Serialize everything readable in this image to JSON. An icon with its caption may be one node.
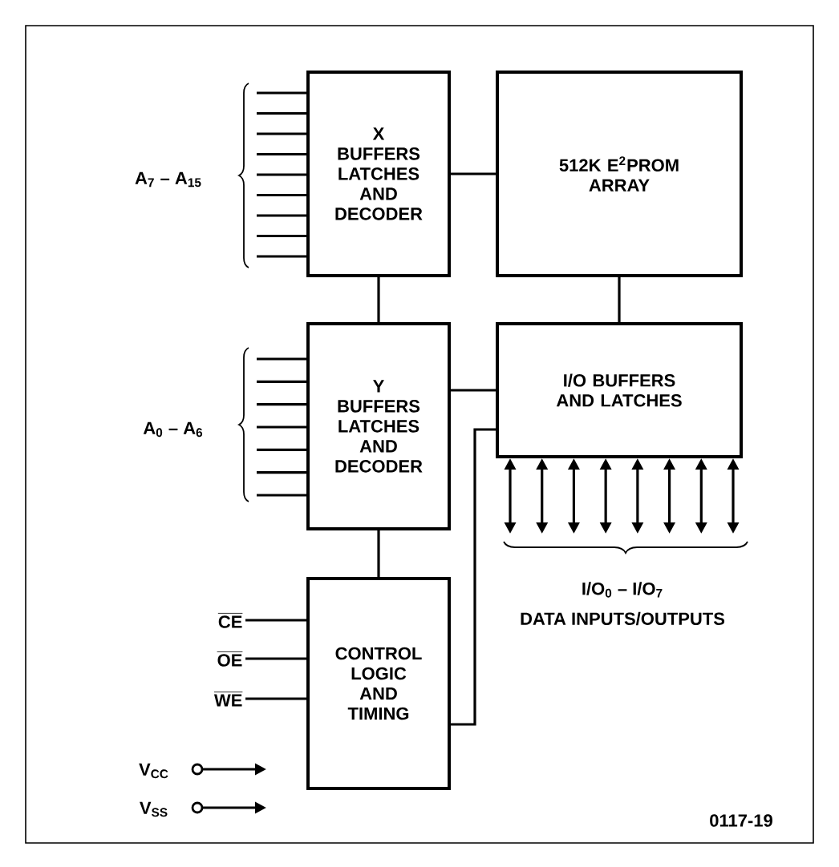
{
  "diagram": {
    "nodes": [
      {
        "text": [
          "X BUFFERS LATCHES AND DECODER"
        ]
      },
      {
        "text": [
          "512K E$^{2}$PROM ARRAY"
        ]
      },
      {
        "text": [
          "Y BUFFERS LATCHES AND DECODER"
        ]
      },
      {
        "text": [
          "I/O BUFFERS AND LATCHES"
        ]
      },
      {
        "text": [
          "CONTROL LOGIC AND TIMING"
        ]
      },
      {
        "text": [
          "CE"
        ]
      },
      {
        "text": [
          "OE"
        ]
      },
      {
        "text": [
          "WE"
        ]
      }
    ],
    "edges": [
      {
        "from": 0,
        "to": 1,
        "arrow": "none"
      },
      {
        "from": 0,
        "to": 2,
        "arrow": "none"
      },
      {
        "from": 1,
        "to": 3,
        "arrow": "none"
      },
      {
        "from": 2,
        "to": 3,
        "arrow": "none"
      },
      {
        "from": 2,
        "to": 4,
        "arrow": "none"
      },
      {
        "from": 4,
        "to": 3,
        "arrow": "none"
      },
      {
        "from": 5,
        "to": 4,
        "arrow": "none"
      },
      {
        "from": 6,
        "to": 4,
        "arrow": "none"
      },
      {
        "from": 7,
        "to": 4,
        "arrow": "none"
      },
      {
        "from": null,
        "to": 0,
        "arrow": "none"
      },
      {
        "from": null,
        "to": 0,
        "arrow": "none"
      },
      {
        "from": null,
        "to": 0,
        "arrow": "none"
      },
      {
        "from": null,
        "to": 0,
        "arrow": "none"
      },
      {
        "from": null,
        "to": 0,
        "arrow": "none"
      },
      {
        "from": null,
        "to": 0,
        "arrow": "none"
      },
      {
        "from": null,
        "to": 0,
        "arrow": "none"
      },
      {
        "from": null,
        "to": 0,
        "arrow": "none"
      },
      {
        "from": null,
        "to": 0,
        "arrow": "none"
      },
      {
        "from": null,
        "to": 2,
        "arrow": "none"
      },
      {
        "from": null,
        "to": 2,
        "arrow": "none"
      },
      {
        "from": null,
        "to": 2,
        "arrow": "none"
      },
      {
        "from": null,
        "to": 2,
        "arrow": "none"
      },
      {
        "from": null,
        "to": 2,
        "arrow": "none"
      },
      {
        "from": null,
        "to": 2,
        "arrow": "none"
      },
      {
        "from": null,
        "to": 2,
        "arrow": "none"
      },
      {
        "from": 3,
        "to": null,
        "arrow": "both"
      },
      {
        "from": 3,
        "to": null,
        "arrow": "both"
      },
      {
        "from": 3,
        "to": null,
        "arrow": "both"
      },
      {
        "from": 3,
        "to": null,
        "arrow": "both"
      },
      {
        "from": 3,
        "to": null,
        "arrow": "both"
      },
      {
        "from": 3,
        "to": null,
        "arrow": "both"
      },
      {
        "from": 3,
        "to": null,
        "arrow": "both"
      },
      {
        "from": 3,
        "to": null,
        "arrow": "both"
      }
    ],
    "labels": [
      "A$_{7}$ – A$_{15}$",
      "A$_{0}$ – A$_{6}$",
      "I/O$_{0}$ – I/O$_{7}$",
      "DATA INPUTS/OUTPUTS",
      "V$_{CC}$",
      "V$_{SS}$",
      "0117-19"
    ]
  }
}
